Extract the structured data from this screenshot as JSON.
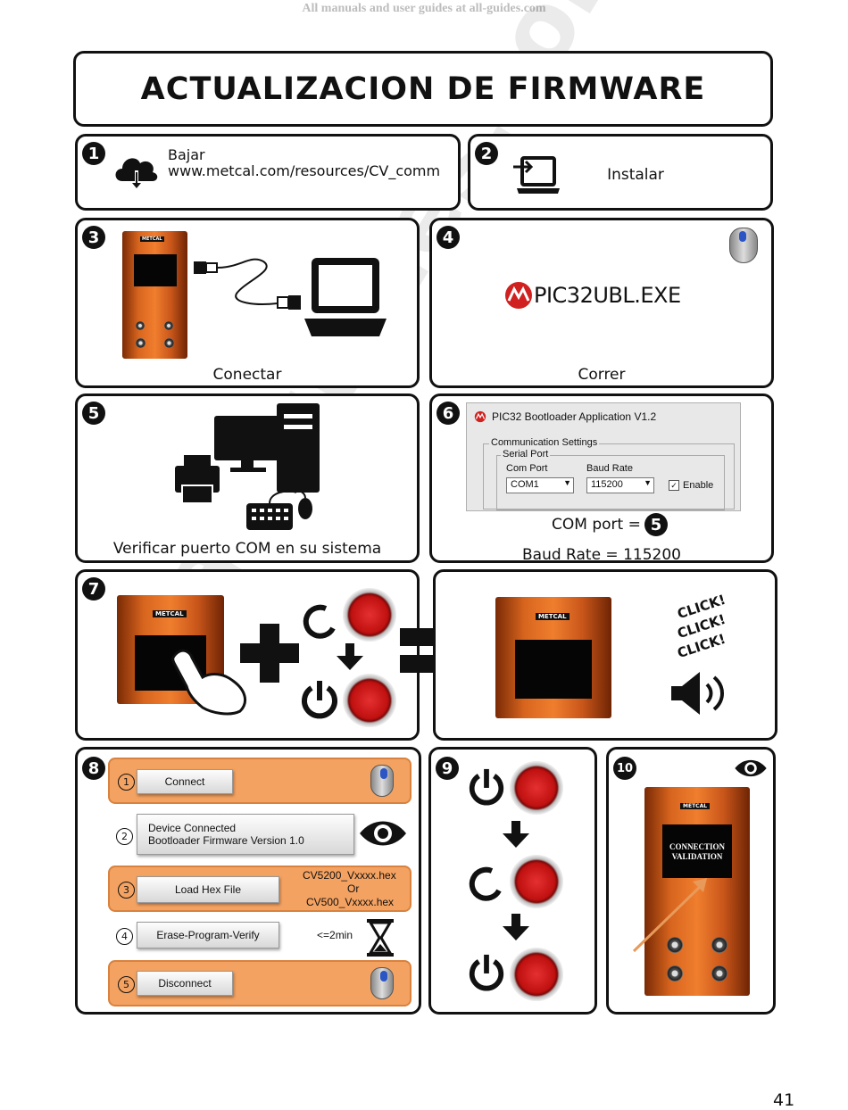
{
  "watermark_top": "All manuals and user guides at all-guides.com",
  "watermark_diagonal": "all-guides.com",
  "title": "ACTUALIZACION DE FIRMWARE",
  "steps": {
    "s1": {
      "num": "1",
      "line1": "Bajar",
      "line2": "www.metcal.com/resources/CV_comm"
    },
    "s2": {
      "num": "2",
      "caption": "Instalar"
    },
    "s3": {
      "num": "3",
      "caption": "Conectar",
      "brand": "METCAL"
    },
    "s4": {
      "num": "4",
      "app": "PIC32UBL.EXE",
      "caption": "Correr"
    },
    "s5": {
      "num": "5",
      "caption": "Verificar puerto COM en su sistema"
    },
    "s6": {
      "num": "6",
      "window_title": "PIC32 Bootloader Application V1.2",
      "group": "Communication Settings",
      "subgroup": "Serial Port",
      "com_label": "Com Port",
      "com_value": "COM1",
      "baud_label": "Baud Rate",
      "baud_value": "115200",
      "enable": "Enable",
      "com_caption": "COM port =",
      "com_ref": "5",
      "baud_caption": "Baud Rate = 115200"
    },
    "s7": {
      "num": "7",
      "click1": "CLICK!",
      "click2": "CLICK!",
      "click3": "CLICK!",
      "brand": "METCAL"
    },
    "s8": {
      "num": "8",
      "rows": [
        {
          "n": "1",
          "button": "Connect",
          "right": ""
        },
        {
          "n": "2",
          "button_l1": "Device Connected",
          "button_l2": "Bootloader Firmware Version 1.0"
        },
        {
          "n": "3",
          "button": "Load Hex File",
          "right_l1": "CV5200_Vxxxx.hex",
          "right_l2": "Or",
          "right_l3": "CV500_Vxxxx.hex"
        },
        {
          "n": "4",
          "button": "Erase-Program-Verify",
          "right": "<=2min"
        },
        {
          "n": "5",
          "button": "Disconnect"
        }
      ]
    },
    "s9": {
      "num": "9"
    },
    "s10": {
      "num": "10",
      "screen_l1": "CONNECTION",
      "screen_l2": "VALIDATION",
      "brand": "METCAL"
    }
  },
  "page_number": "41",
  "colors": {
    "orange": "#f4a261",
    "device": "#e06a22",
    "red_button": "#d01818"
  }
}
